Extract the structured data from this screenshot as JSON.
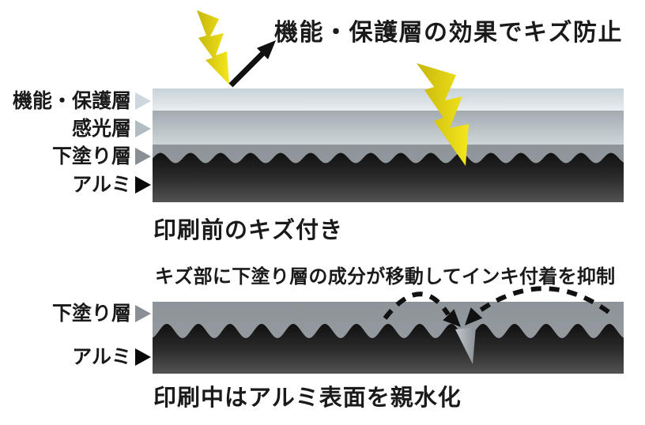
{
  "figure_before": {
    "annotation": "機能・保護層の効果でキズ防止",
    "caption": "印刷前のキズ付き",
    "layer_labels": [
      "機能・保護層",
      "感光層",
      "下塗り層",
      "アルミ"
    ]
  },
  "figure_during": {
    "annotation": "キズ部に下塗り層の成分が移動してインキ付着を抑制",
    "caption": "印刷中はアルミ表面を親水化",
    "layer_labels": [
      "下塗り層",
      "アルミ"
    ]
  },
  "icons": {
    "lightning_small": "lightning-bolt",
    "lightning_large": "lightning-bolt",
    "deflection_arrow": "arrow-up-right",
    "migration_arrows": "dashed-curved-arrows-into-scratch"
  },
  "colors": {
    "background": "#ffffff",
    "text": "#1a1a1a",
    "lightning_yellow": "#e8d713",
    "functional_protective_layer": "#dce4e9",
    "photosensitive_layer": "#b8c0c6",
    "undercoat_layer": "#979ea3",
    "aluminum_dark": "#151515",
    "aluminum_light": "#505050",
    "arrow_black": "#111111"
  }
}
